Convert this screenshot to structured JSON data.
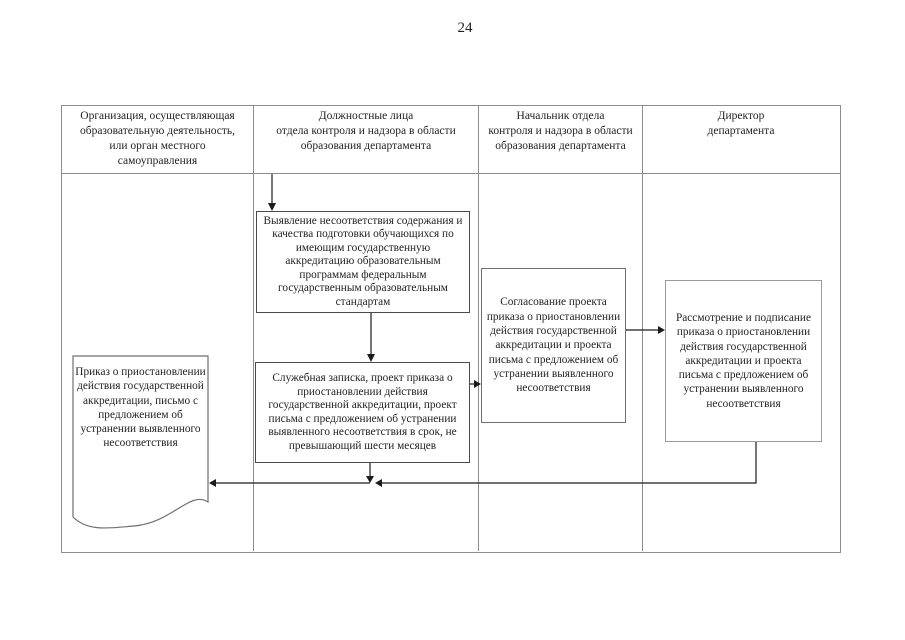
{
  "page": {
    "number": "24"
  },
  "colors": {
    "background": "#ffffff",
    "grid": "#8d8d8d",
    "box_border_dark": "#4a4a4a",
    "box_border_light": "#9a9a9a",
    "connector": "#1b1b1b",
    "text": "#1f1f1f"
  },
  "lanes": [
    {
      "label": "Организация, осуществляющая\nобразовательную деятельность,\nили орган местного\nсамоуправления"
    },
    {
      "label": "Должностные лица\nотдела контроля и надзора в области\nобразования департамента"
    },
    {
      "label": "Начальник отдела\nконтроля и надзора в области\nобразования департамента"
    },
    {
      "label": "Директор\nдепартамента"
    }
  ],
  "nodes": {
    "detect": {
      "text": "Выявление несоответствия содержания и качества подготовки обучающихся по имеющим государственную аккредитацию образовательным программам федеральным государственным образовательным стандартам"
    },
    "memo": {
      "text": "Служебная записка, проект приказа о приостановлении действия государственной аккредитации, проект письма с предложением об устранении выявленного несоответствия в срок, не превышающий шести месяцев"
    },
    "approve": {
      "text": "Согласование проекта приказа о приостановлении действия государственной аккредитации и проекта письма с предложением об устранении выявленного несоответствия"
    },
    "sign": {
      "text": "Рассмотрение и подписание приказа о приостановлении действия государственной аккредитации и проекта письма с предложением об устранении выявленного несоответствия"
    },
    "result_document": {
      "text": "Приказ о приостановлении действия государственной аккредитации, письмо с предложением об устранении выявленного несоответствия"
    }
  }
}
